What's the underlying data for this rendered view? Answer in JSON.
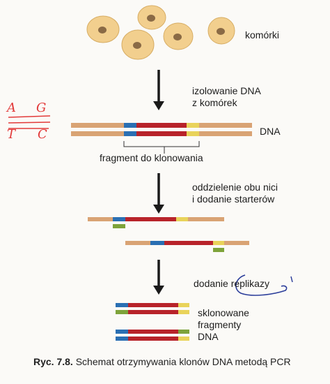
{
  "figure": {
    "labels": {
      "cells": "komórki",
      "step1_line1": "izolowanie DNA",
      "step1_line2": "z komórek",
      "dna": "DNA",
      "fragment": "fragment do klonowania",
      "step2_line1": "oddzielenie obu nici",
      "step2_line2": "i dodanie starterów",
      "step3": "dodanie replikazy",
      "result_line1": "sklonowane",
      "result_line2": "fragmenty",
      "result_line3": "DNA"
    },
    "caption": {
      "number": "Ryc. 7.8.",
      "text": "Schemat otrzymywania klonów DNA metodą PCR"
    },
    "handwriting": {
      "letters": [
        "A",
        "G",
        "T",
        "C"
      ]
    },
    "colors": {
      "strand_tan": "#d9a374",
      "segment_blue": "#2a6fb3",
      "segment_red": "#b8232a",
      "segment_yellow": "#e9d35a",
      "primer_green": "#7ea33a",
      "arrow": "#1a1a1a",
      "cell_fill": "#f2cf8e",
      "cell_nucleus": "#8a6a45",
      "pen_red": "#e23a3a",
      "pen_blue": "#2b3d9a"
    }
  }
}
